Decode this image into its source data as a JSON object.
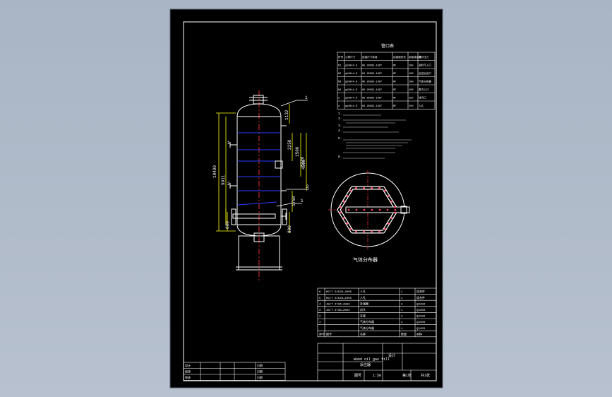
{
  "nozzle_table": {
    "title": "管口表",
    "headers": [
      "符号",
      "公称尺寸",
      "连接尺寸标准",
      "连接面形式",
      "用途或名称",
      "设计压力"
    ],
    "rows": [
      [
        "N1",
        "φ108×4.0",
        "HG 20592-1997",
        "RF",
        "100",
        "进料气入口"
      ],
      [
        "N2",
        "φ108×4.0",
        "HG 20592-1997",
        "RF",
        "100",
        "反应后出口"
      ],
      [
        "N3",
        "φ108×4.0",
        "HG 20592-1997",
        "RF",
        "100",
        "气体分布器"
      ],
      [
        "N4",
        "φ108×4.0",
        "HG 20592-1997",
        "RF",
        "100",
        "蒸汽入口"
      ],
      [
        "a",
        "φ108×4.0",
        "HG 20592-1997",
        "RF",
        "150",
        "排污口"
      ],
      [
        "d",
        "φ108×4.0",
        "HG 20592-1997",
        "RF",
        "150",
        "人孔"
      ]
    ]
  },
  "notes": {
    "lines": [
      "1.",
      "2. ",
      "3. ",
      "4. ",
      "5. ",
      "6. "
    ]
  },
  "dimensions": {
    "d1": "10490",
    "d2": "9011",
    "d3": "1132",
    "d4": "2250",
    "d5": "1500",
    "d6": "4500",
    "d7": "5220",
    "d8": "1750",
    "d9": "800",
    "d10": "800"
  },
  "leaders": {
    "l1": "1",
    "l2": "2",
    "l3": "1",
    "t1": "1",
    "t2": "2"
  },
  "distributor_label": "气体分布器",
  "bom": {
    "rows": [
      [
        "6",
        "HG/T 21528—2005",
        "人孔",
        "1",
        "组合件"
      ],
      [
        "5",
        "HG/T 21528—2005",
        "人孔",
        "1",
        "组合件"
      ],
      [
        "4",
        "JB/T 4736—2002",
        "补强圈",
        "2",
        "Q345R"
      ],
      [
        "3",
        "JB/T 4736—2002",
        "封头",
        "1",
        "Q345R"
      ],
      [
        "2",
        "",
        "支座",
        "2",
        "Q345R"
      ],
      [
        "1",
        "",
        "气体分布器",
        "4",
        "Q345R"
      ],
      [
        "",
        "",
        "气体分布器",
        "1",
        "Q345R"
      ]
    ],
    "header": [
      "序号",
      "图号",
      "名称",
      "数量",
      "材料"
    ]
  },
  "title_block": {
    "name1": "Wood oil gas fill",
    "name2": "反应器",
    "scale": "1:50",
    "sheet": "第1张",
    "total": "共1张",
    "drawing_no": "图号",
    "unit": "设计"
  },
  "signature_block": {
    "rows": [
      [
        "设计",
        "",
        "",
        "",
        "日期"
      ],
      [
        "校核",
        "",
        "",
        "",
        "日期"
      ],
      [
        "审核",
        "",
        "",
        "",
        "日期"
      ]
    ]
  },
  "colors": {
    "paper": "#000000",
    "line": "#ffffff",
    "center": "#e03030",
    "tray": "#2a3cff",
    "dim": "#ffff00",
    "distributor": "#ff4a6a"
  }
}
